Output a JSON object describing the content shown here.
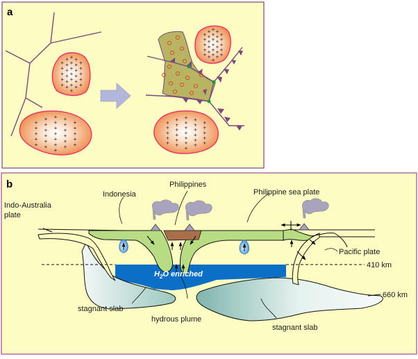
{
  "panel_a": {
    "letter": "a",
    "colors": {
      "background": "#FDFCC2",
      "border": "#7A4A7C",
      "ridge": "#7A4A7C",
      "block_edge": "#E8336A",
      "block_fill": "#F09A56",
      "basin_fill": "#B8B462",
      "arrow": "#B3B6DB",
      "triple_junction": "#1A9A3A"
    }
  },
  "panel_b": {
    "letter": "b",
    "labels": {
      "indonesia": "Indonesia",
      "philippines": "Philippines",
      "philippine_sea_plate": "Philippine sea plate",
      "indo_australia_line1": "Indo-Australia",
      "indo_australia_line2": "plate",
      "pacific_plate": "Pacific plate",
      "depth_410": "410 km",
      "depth_660": "660 km",
      "h2o_prefix": "H",
      "h2o_sub": "2",
      "h2o_suffix": "O enriched",
      "stagnant_slab_left": "stagnant slab",
      "hydrous_plume": "hydrous plume",
      "stagnant_slab_right": "stagnant slab"
    },
    "colors": {
      "background": "#FDFCC2",
      "border": "#9C4C8C",
      "plate": "#B8DC84",
      "water": "#0B6FC7",
      "slab": "#D6E9E6",
      "sediment": "#A8704A",
      "volcano": "#A9A3BE",
      "plume": "#7DB9E8"
    }
  }
}
